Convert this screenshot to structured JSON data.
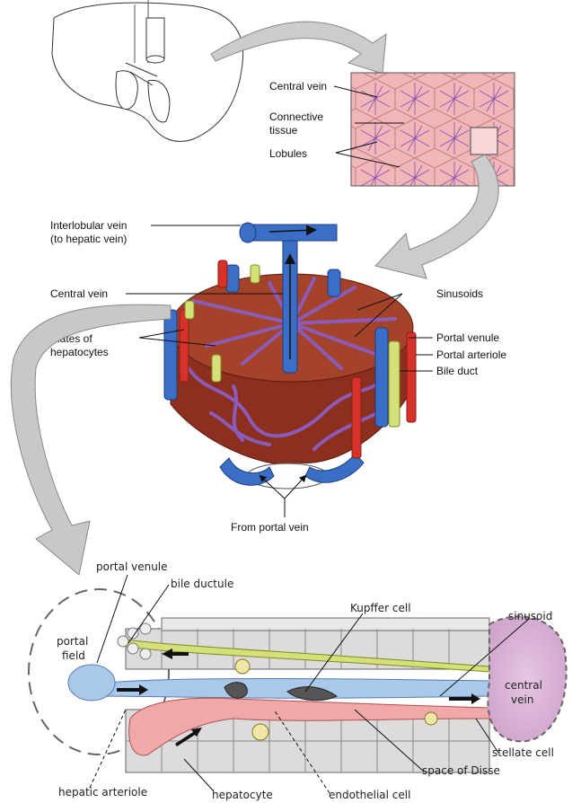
{
  "top_labels": {
    "central_vein": "Central vein",
    "connective_tissue_1": "Connective",
    "connective_tissue_2": "tissue",
    "lobules": "Lobules"
  },
  "middle_labels": {
    "interlobular_vein_1": "Interlobular vein",
    "interlobular_vein_2": "(to hepatic vein)",
    "central_vein": "Central vein",
    "plates_1": "Plates of",
    "plates_2": "hepatocytes",
    "sinusoids": "Sinusoids",
    "portal_venule": "Portal venule",
    "portal_arteriole": "Portal arteriole",
    "bile_duct": "Bile duct",
    "from_portal_vein": "From portal vein"
  },
  "bottom_labels": {
    "portal_venule": "portal venule",
    "bile_ductule": "bile ductule",
    "portal_field_1": "portal",
    "portal_field_2": "field",
    "kupffer_cell": "Kupffer cell",
    "sinusoid": "sinusoid",
    "central_vein_1": "central",
    "central_vein_2": "vein",
    "stellate_cell": "stellate cell",
    "space_of_disse": "space of Disse",
    "hepatic_arteriole": "hepatic arteriole",
    "hepatocyte": "hepatocyte",
    "endothelial_cell": "endothelial cell"
  },
  "colors": {
    "vein_blue": "#3b6fc7",
    "artery_red": "#d7322a",
    "bile_yellow": "#d6e07a",
    "tissue_pink": "#f0b7b8",
    "sinusoid_purple": "#8b5bb8",
    "lobule_tissue": "#a5432a",
    "central_vein_pink": "#d9b2d6",
    "venule_light_blue": "#a9c8ea",
    "arrow_grey": "#c8c8c8"
  }
}
